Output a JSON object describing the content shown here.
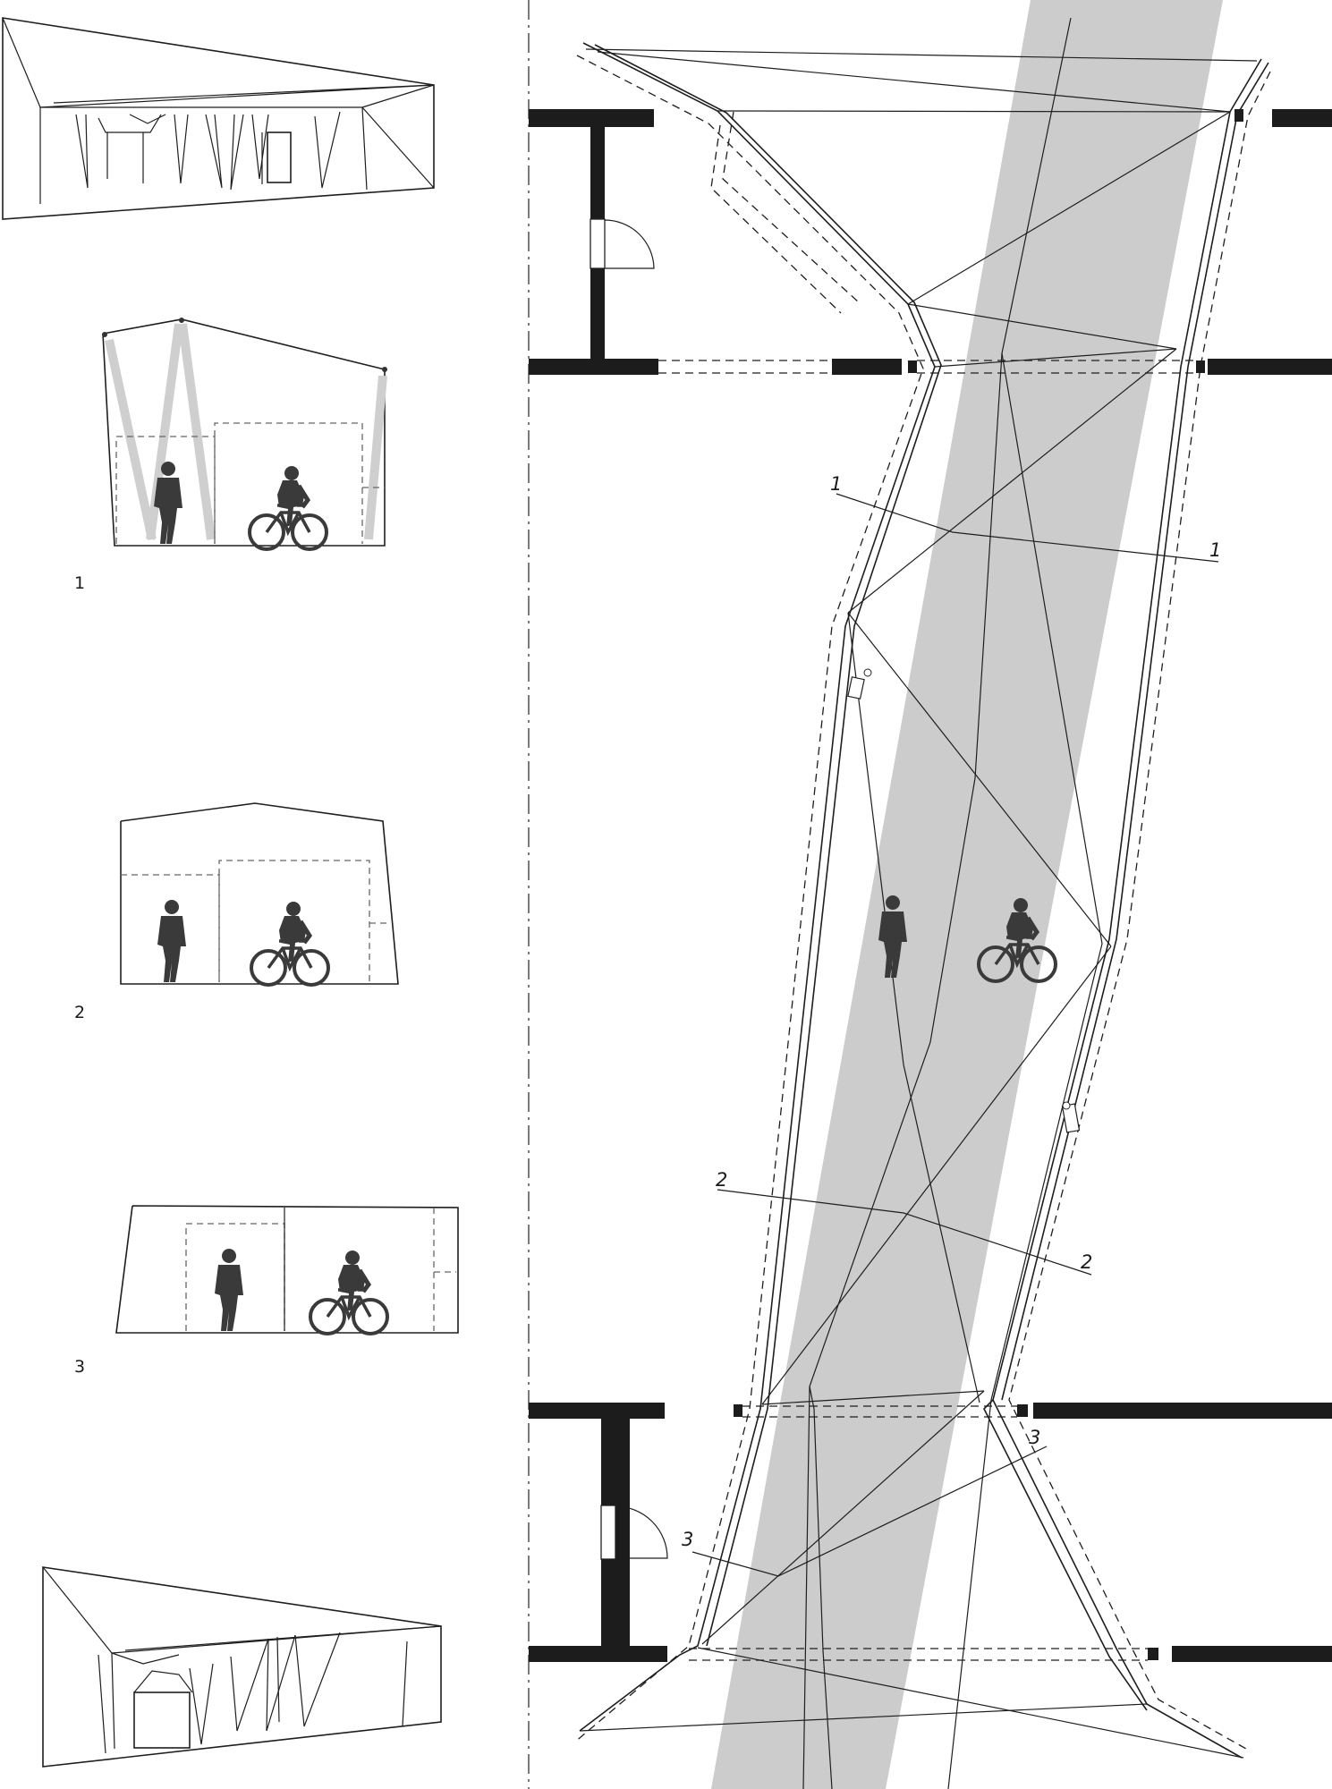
{
  "sections": [
    {
      "label": "1"
    },
    {
      "label": "2"
    },
    {
      "label": "3"
    }
  ],
  "cut_markers": [
    "1",
    "1",
    "2",
    "2",
    "3",
    "3"
  ],
  "colors": {
    "ink": "#1e1e1e",
    "walls": "#1c1c1c",
    "light_band": "#cccccc",
    "figures": "#3a3a3a"
  }
}
